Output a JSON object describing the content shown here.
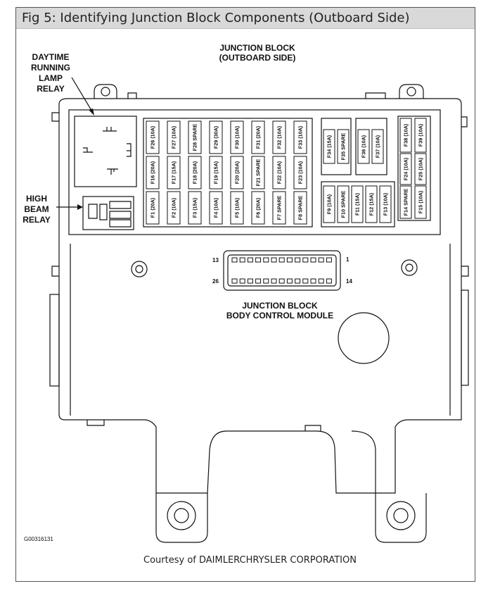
{
  "figure": {
    "title": "Fig 5: Identifying Junction Block Components (Outboard Side)",
    "credit": "Courtesy of DAIMLERCHRYSLER CORPORATION",
    "image_code": "G00316131"
  },
  "diagram": {
    "header_line1": "JUNCTION BLOCK",
    "header_line2": "(OUTBOARD SIDE)",
    "bcm_line1": "JUNCTION BLOCK",
    "bcm_line2": "BODY CONTROL MODULE",
    "drl_label": [
      "DAYTIME",
      "RUNNING",
      "LAMP",
      "RELAY"
    ],
    "hb_label": [
      "HIGH",
      "BEAM",
      "RELAY"
    ],
    "connector_pins": {
      "top_left": "13",
      "top_right": "1",
      "bottom_left": "26",
      "bottom_right": "14"
    },
    "fuse_rows": {
      "row1": [
        "F26 (10A)",
        "F27 (10A)",
        "F28 SPARE",
        "F29 (30A)",
        "F30 (10A)",
        "F31 (20A)",
        "F32 (10A)",
        "F33 (10A)"
      ],
      "row2": [
        "F16 (20A)",
        "F17 (15A)",
        "F18 (20A)",
        "F19 (15A)",
        "F20 (20A)",
        "F21 SPARE",
        "F22 (10A)",
        "F23 (10A)"
      ],
      "row3": [
        "F1 (20A)",
        "F2 (10A)",
        "F3 (15A)",
        "F4 (10A)",
        "F5 (10A)",
        "F6 (20A)",
        "F7 SPARE",
        "F8 SPARE"
      ],
      "group34": [
        "F34 (15A)",
        "F35 SPARE"
      ],
      "group36": [
        "F36 (10A)",
        "F37 (10A)"
      ],
      "group38": [
        "F38 (10A)",
        "F39 (10A)"
      ],
      "group24": [
        "F24 (10A)",
        "F25 (10A)"
      ],
      "group9": [
        "F9 (10A)",
        "F10 SPARE",
        "F11 (15A)",
        "F12 (15A)",
        "F13 (10A)"
      ],
      "group14": [
        "F14 SPARE",
        "F15 (10A)"
      ]
    }
  }
}
